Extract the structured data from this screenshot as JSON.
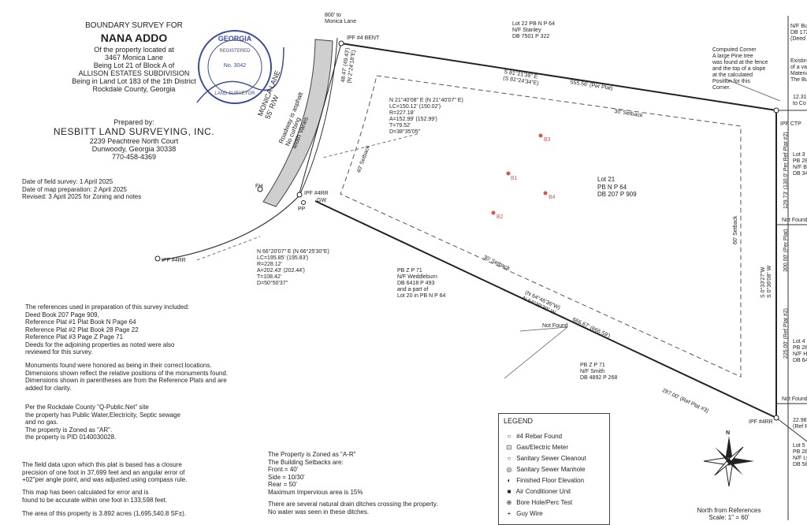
{
  "title": {
    "line1": "BOUNDARY SURVEY FOR",
    "line2": "NANA ADDO",
    "line3": "Of the property located at",
    "line4": "3467 Monica Lane",
    "line5": "Being Lot 21 of Block A of",
    "line6": "ALLISON ESTATES SUBDIVISION",
    "line7": "Being in Land Lot 183 of the 1th District",
    "line8": "Rockdale County, Georgia"
  },
  "surveyor": {
    "prepared_by": "Prepared by:",
    "company": "NESBITT LAND SURVEYING, INC.",
    "street": "2239 Peachtree North Court",
    "city": "Dunwoody, Georgia 30338",
    "phone": "770-458-4369"
  },
  "seal": {
    "top_text": "GEORGIA",
    "mid_text": "REGISTERED",
    "number": "No. 3042",
    "bottom_text": "LAND SURVEYOR"
  },
  "dates": {
    "field": "Date of field survey: 1 April 2025",
    "map": "Date of map preparation: 2 April 2025",
    "revised": "Revised: 3 April 2025 for Zoning and notes"
  },
  "references": [
    "The references used in preparation of this survey included:",
    "Deed Book 207 Page 909,",
    "Reference Plat #1 Plat Book N Page 64",
    "Reference Plat #2 Plat Book 28 Page 22",
    "Reference Plat #3 Page Z Page 71",
    "Deeds for the adjoining properties as noted were also",
    "reviewed for this survey."
  ],
  "monuments": [
    "Monuments found were honored as being in their correct locations.",
    "Dimensions shown reflect the relative positions of the monuments found.",
    "Dimensions shown in parentheses are from the Reference Plats and are",
    "added for clarity."
  ],
  "utilities": [
    "Per the Rockdale County \"Q-Public.Net\" site",
    "the property has Public Water,Electricity, Septic sewage",
    "and no gas.",
    "The property is Zoned as \"AR\".",
    "the property is PID 0140030028."
  ],
  "closure": [
    "The field data upon which this plat is based has a closure",
    "precision of one foot in 37,699 feet and an angular error of",
    "+02\"per angle point, and was adjusted using compass rule."
  ],
  "accuracy": [
    "This map has been calculated for error and is",
    "found to be accurate within one foot in 133,598 feet."
  ],
  "area": "The area of this property is 3.892 acres (1,695,540.8 SF±).",
  "zoning": {
    "line1": "The Property is Zoned as \"A-R\"",
    "line2": "The Building Setbacks are:",
    "front": "Front = 40'",
    "side": "Side = 10/30'",
    "rear": "Rear = 50'",
    "impervious": "Maximum Impervious area is 15%",
    "ditch1": "There are several natural drain ditches crossing the property.",
    "ditch2": "No water was seen in these ditches."
  },
  "map": {
    "road_name": "MONICA LANE",
    "road_row": "55' R/W",
    "road_surface": "Roadway is asphalt",
    "road_curb": "No curbing",
    "road_width": "width Varies",
    "to_monica": "800' to",
    "to_monica2": "Monica Lane",
    "ipf_bent": "IPF #4 BENT",
    "front_dist": "48.47' (49.43')",
    "front_bearing": "(N 2°24'18\"E)",
    "lot22_1": "Lot 22 PB N P 64",
    "lot22_2": "N/F Stanley",
    "lot22_3": "DB 7501 P 322",
    "north_bearing": "S 81°21'39\" E",
    "north_bearing2": "(S 81°24'34\"E)",
    "north_dist": "555.56' (Per Plat)",
    "setback30_top": "30' Setback",
    "setback40": "40' Setback",
    "setback60": "60' Setback",
    "setback30_bot": "30' Setback",
    "curve1": [
      "N 21°40'08\" E (N 21°40'07\" E)",
      "LC=150.12' (150.02')",
      "R=227.18'",
      "A=152.99' (152.99')",
      "T=79.52'",
      "D=38°35'05\""
    ],
    "curve2": [
      "N 66°20'07\" E (N 66°25'30\"E)",
      "LC=195.85' (195.83')",
      "R=228.12'",
      "A=202.43' (202.44')",
      "T=108.42'",
      "D=50°50'37\""
    ],
    "lot21": [
      "Lot 21",
      "PB N P 64",
      "DB 207 P 909"
    ],
    "borings": [
      "B1",
      "B2",
      "B3",
      "B4"
    ],
    "fh": "FH",
    "pp": "PP",
    "gw": "GW",
    "ipf_4rr_a": "IPF #4RR",
    "ipf_4rr_b": "IPF #4RR",
    "ipf_4rr_c": "IPF #4RR",
    "weddleburn": [
      "PB Z P 71",
      "N/F Weddleburn",
      "DB 6418 P 493",
      "and a part of",
      "Lot 20 in PB N P 64"
    ],
    "south_bearing": "(N 64°46'36\"W)",
    "south_bearing2": "N 64°39'30\" W",
    "south_dist": "666.67' (666.59')",
    "not_found_a": "Not Found",
    "not_found_b": "Not Found",
    "not_found_c": "Not Found",
    "smith": [
      "PB Z P 71",
      "N/F Smith",
      "DB 4892 P 268"
    ],
    "ref_plat3": "287.00' (Ref Plat #3)",
    "computed_corner": [
      "Computed Corner",
      "A large Pine tree",
      "was found at the fence",
      "and the top of a slope",
      "at the calculated",
      "Position for this",
      "Corner."
    ],
    "ipf_ctp": "IPF CTP",
    "east_seg1": "129.73' (130.0' Per Ref Plat #2)",
    "east_seg2": "300.00' (Per Plat)",
    "east_seg3": "225.00' (Ref Plat #2)",
    "east_bearing": "S 0°33'27\"W",
    "east_bearing2": "S 0°36'08\" W",
    "right_edge": [
      "N/F Bur",
      "DB 172",
      "(Deed N",
      "Existin",
      "of a va",
      "Materia",
      "The Bu",
      "12.31",
      "to Co",
      "Lot 3",
      "PB 28",
      "N/F B",
      "DB 34",
      "Lot 4",
      "PB 28",
      "N/F Ho",
      "DB 64",
      "Lot 5",
      "PB 28",
      "N/F Ly",
      "DB 58",
      "22.98",
      "(Ref Pl"
    ]
  },
  "legend": {
    "title": "LEGEND",
    "items": [
      {
        "symbol": "○",
        "label": "#4 Rebar Found"
      },
      {
        "symbol": "⊡",
        "label": "Gas/Electric Meter"
      },
      {
        "symbol": "○",
        "label": "Sanitary Sewer Cleanout"
      },
      {
        "symbol": "◎",
        "label": "Sanitary Sewer Manhole"
      },
      {
        "symbol": "◐",
        "label": "Finished Floor Elevation"
      },
      {
        "symbol": "■",
        "label": "Air Conditioner Unit"
      },
      {
        "symbol": "⊕",
        "label": "Bore Hole/Perc Test"
      },
      {
        "symbol": "+",
        "label": "Guy Wire"
      }
    ]
  },
  "north": {
    "label": "North from References",
    "scale": "Scale: 1\" = 60'",
    "n_letter": "N"
  },
  "colors": {
    "ink": "#222222",
    "boring": "#d9534f",
    "seal_ink": "#3c4c9a",
    "road": "#cfcfcf"
  }
}
